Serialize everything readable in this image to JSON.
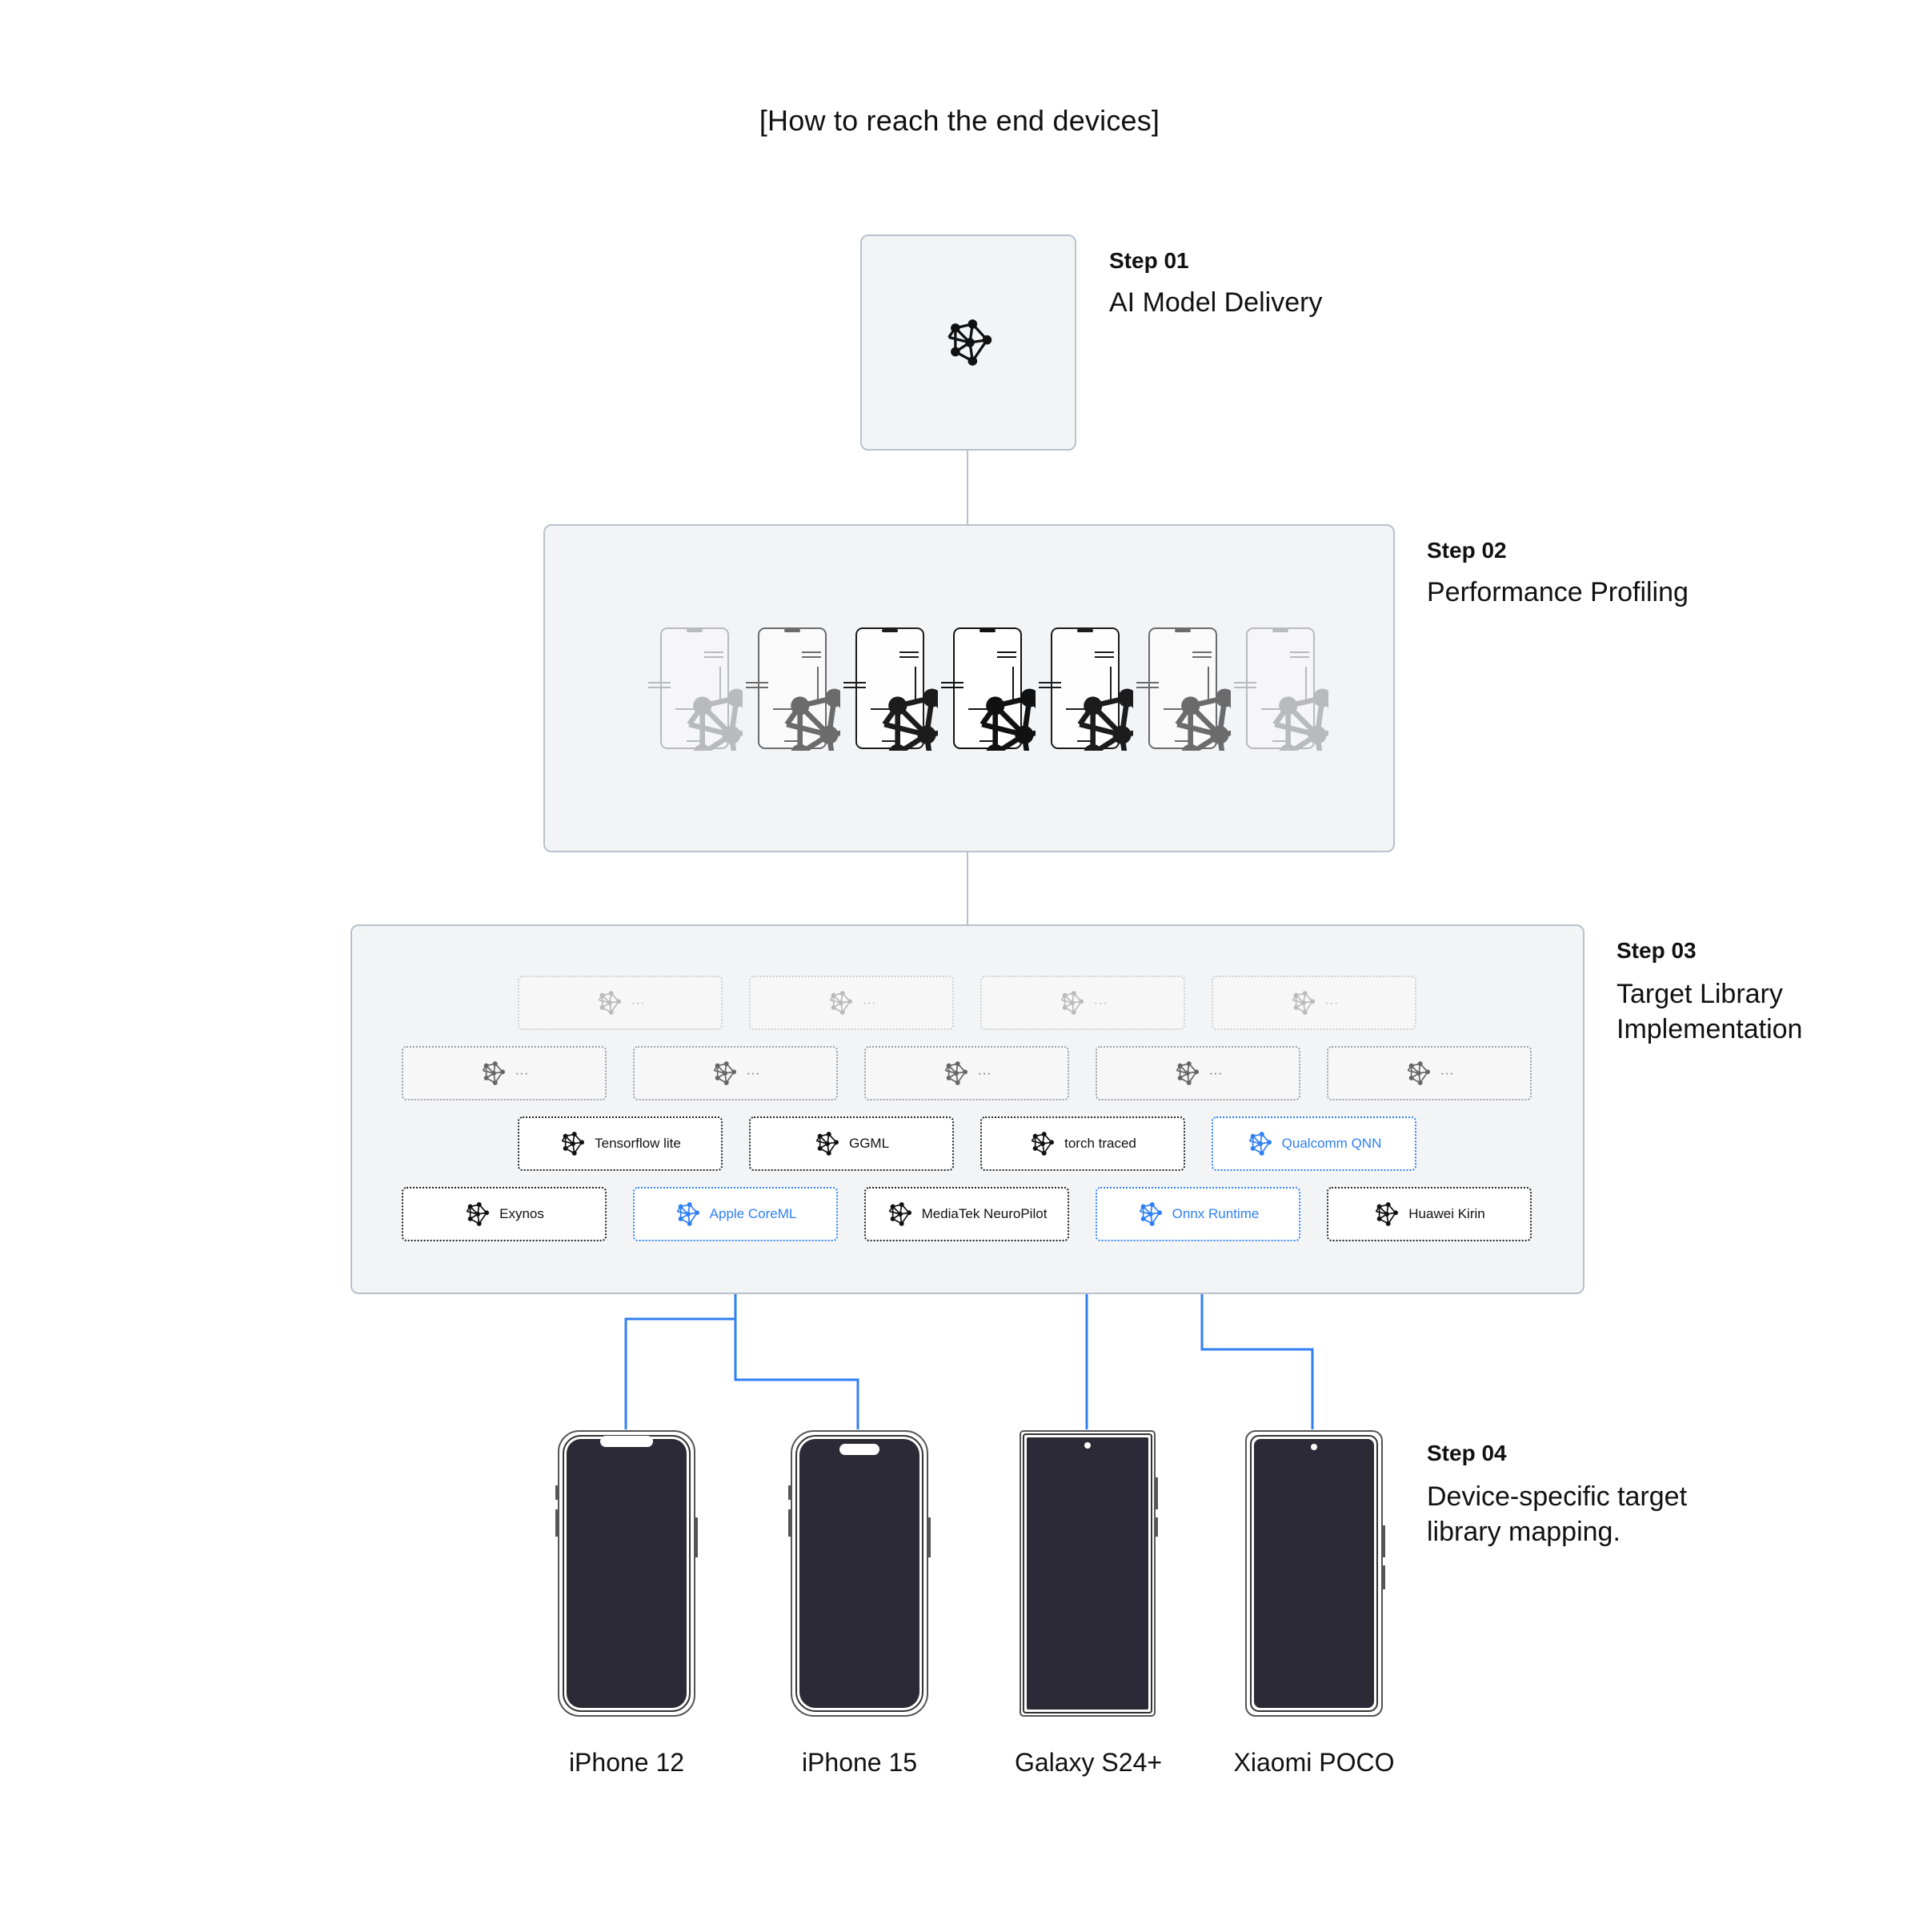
{
  "title": "[How to reach the end devices]",
  "steps": {
    "step1": {
      "label": "Step 01",
      "name": "AI Model Delivery"
    },
    "step2": {
      "label": "Step 02",
      "name": "Performance Profiling"
    },
    "step3": {
      "label": "Step 03",
      "name_line1": "Target Library",
      "name_line2": "Implementation"
    },
    "step4": {
      "label": "Step 04",
      "name_line1": "Device-specific target",
      "name_line2": "library mapping."
    }
  },
  "libraries": {
    "row1": [
      "···",
      "···",
      "···",
      "···"
    ],
    "row2": [
      "···",
      "···",
      "···",
      "···",
      "···"
    ],
    "row3": [
      "Tensorflow lite",
      "GGML",
      "torch traced",
      "Qualcomm QNN"
    ],
    "row4": [
      "Exynos",
      "Apple CoreML",
      "MediaTek NeuroPilot",
      "Onnx Runtime",
      "Huawei Kirin"
    ]
  },
  "devices": [
    "iPhone 12",
    "iPhone 15",
    "Galaxy S24+",
    "Xiaomi POCO"
  ],
  "icons": {
    "model": "neural-network-icon",
    "profiling_phone": "phone-profiling-icon"
  },
  "colors": {
    "accent_blue": "#2f7ff5",
    "panel_bg": "#f3f4f6",
    "panel_border": "#b9c1cc",
    "phone_screen": "#2b2a36"
  }
}
